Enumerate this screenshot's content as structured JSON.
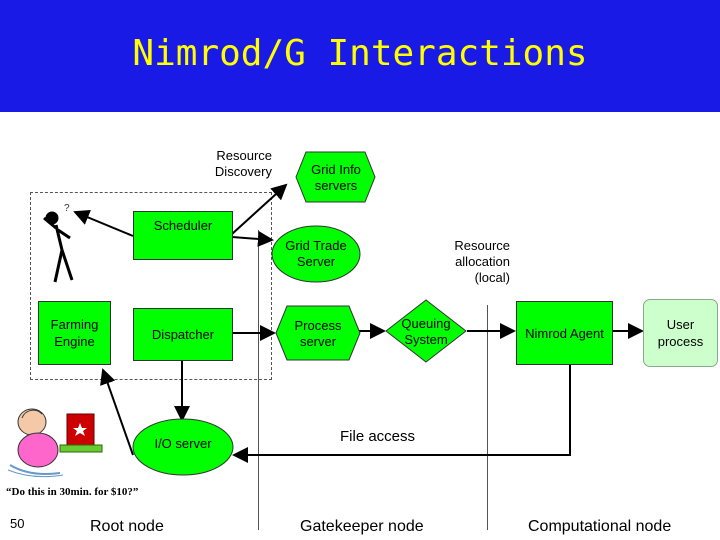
{
  "title": "Nimrod/G Interactions",
  "labels": {
    "resource_discovery": "Resource Discovery",
    "resource_allocation": "Resource allocation (local)",
    "file_access": "File access",
    "quote": "“Do this in 30min. for $10?”",
    "slide_number": "50"
  },
  "nodes": {
    "scheduler": "Scheduler",
    "grid_info": "Grid Info servers",
    "grid_trade": "Grid Trade Server",
    "farming_engine": "Farming Engine",
    "dispatcher": "Dispatcher",
    "process_server": "Process server",
    "queuing_system": "Queuing System",
    "nimrod_agent": "Nimrod Agent",
    "user_process": "User process",
    "io_server": "I/O server"
  },
  "footer": {
    "root_node": "Root node",
    "gatekeeper_node": "Gatekeeper node",
    "computational_node": "Computational node"
  },
  "colors": {
    "header_bg": "#1a1ae6",
    "title": "#ffff00",
    "node_fill": "#00ff00",
    "user_process_fill": "#ccffcc"
  }
}
